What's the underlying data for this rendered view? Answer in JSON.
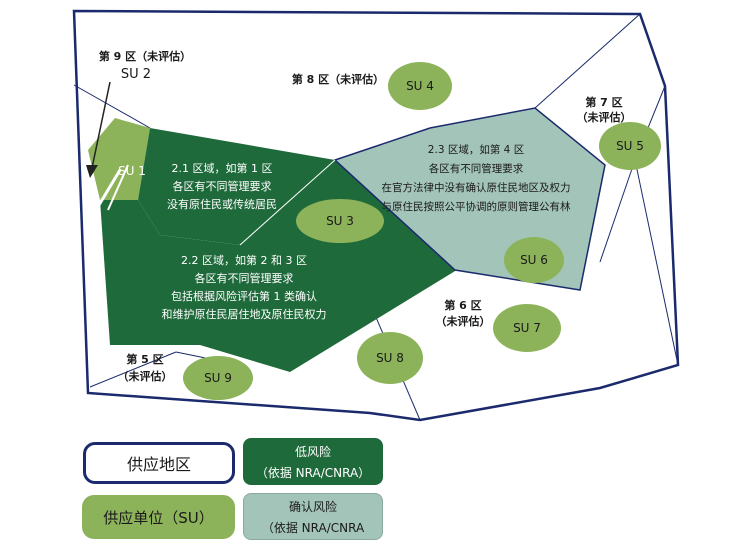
{
  "colors": {
    "outline": "#1a2a6c",
    "su_fill": "#8db35a",
    "low_risk_fill": "#1f6a3b",
    "confirmed_risk_fill": "#a3c4b9",
    "white": "#ffffff",
    "dark_text": "#1a1a1a"
  },
  "zones": {
    "z9": {
      "title": "第 9 区（未评估）",
      "su": "SU 2"
    },
    "z8": {
      "title": "第 8 区（未评估）"
    },
    "z7": {
      "line1": "第 7 区",
      "line2": "（未评估）"
    },
    "z6": {
      "line1": "第 6 区",
      "line2": "（未评估）"
    },
    "z5": {
      "line1": "第 5 区",
      "line2": "（未评估）"
    },
    "area21": {
      "line1": "2.1 区域，如第 1 区",
      "line2": "各区有不同管理要求",
      "line3": "没有原住民或传统居民"
    },
    "area22": {
      "line1": "2.2 区域，如第 2 和 3 区",
      "line2": "各区有不同管理要求",
      "line3": "包括根据风险评估第 1 类确认",
      "line4": "和维护原住民居住地及原住民权力"
    },
    "area23": {
      "line1": "2.3 区域，如第 4 区",
      "line2": "各区有不同管理要求",
      "line3": "在官方法律中没有确认原住民地区及权力",
      "line4": "与原住民按照公平协调的原则管理公有林"
    }
  },
  "supply_units": [
    "SU 1",
    "SU 3",
    "SU 4",
    "SU 5",
    "SU 6",
    "SU 7",
    "SU 8",
    "SU 9"
  ],
  "legend": {
    "supply_area": "供应地区",
    "supply_unit": "供应单位（SU）",
    "low_risk_line1": "低风险",
    "low_risk_line2": "（依据 NRA/CNRA）",
    "confirmed_risk_line1": "确认风险",
    "confirmed_risk_line2": "（依据 NRA/CNRA"
  }
}
